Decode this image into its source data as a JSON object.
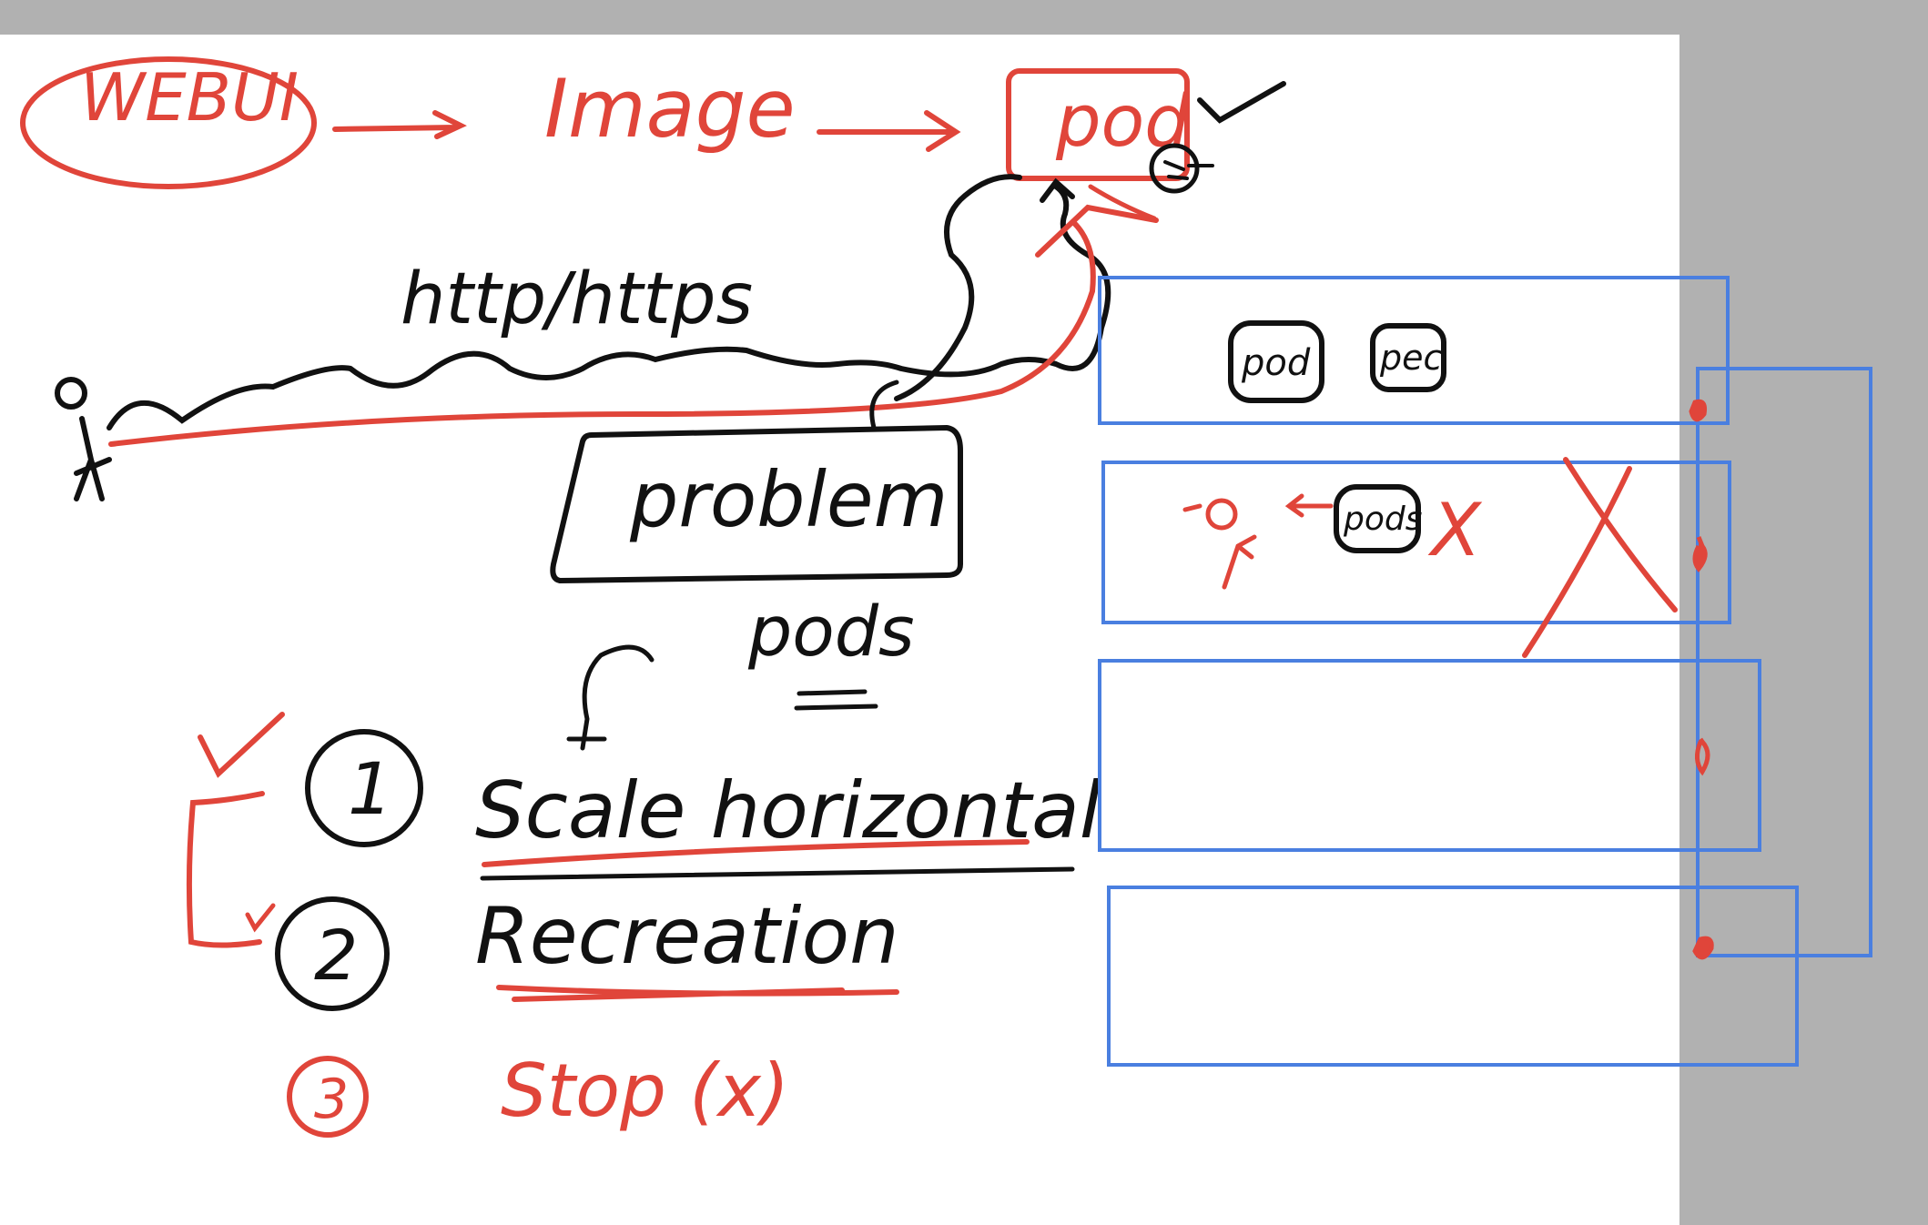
{
  "colors": {
    "ink_black": "#111111",
    "ink_red": "#e0453a",
    "ink_blue": "#4a7fe0",
    "canvas": "#ffffff",
    "chrome": "#b1b1b1"
  },
  "labels": {
    "webui": "WEBUI",
    "image": "Image",
    "pod": "pod",
    "protocol": "http/https",
    "problem": "problem",
    "pods": "pods",
    "box_pod": "pod",
    "box_pec": "pec",
    "box_pods": "pods",
    "x_mark": "X"
  },
  "steps": [
    {
      "number": "1",
      "text": "Scale horizontal"
    },
    {
      "number": "2",
      "text": "Recreation"
    },
    {
      "number": "3",
      "text": "Stop (x)"
    }
  ]
}
